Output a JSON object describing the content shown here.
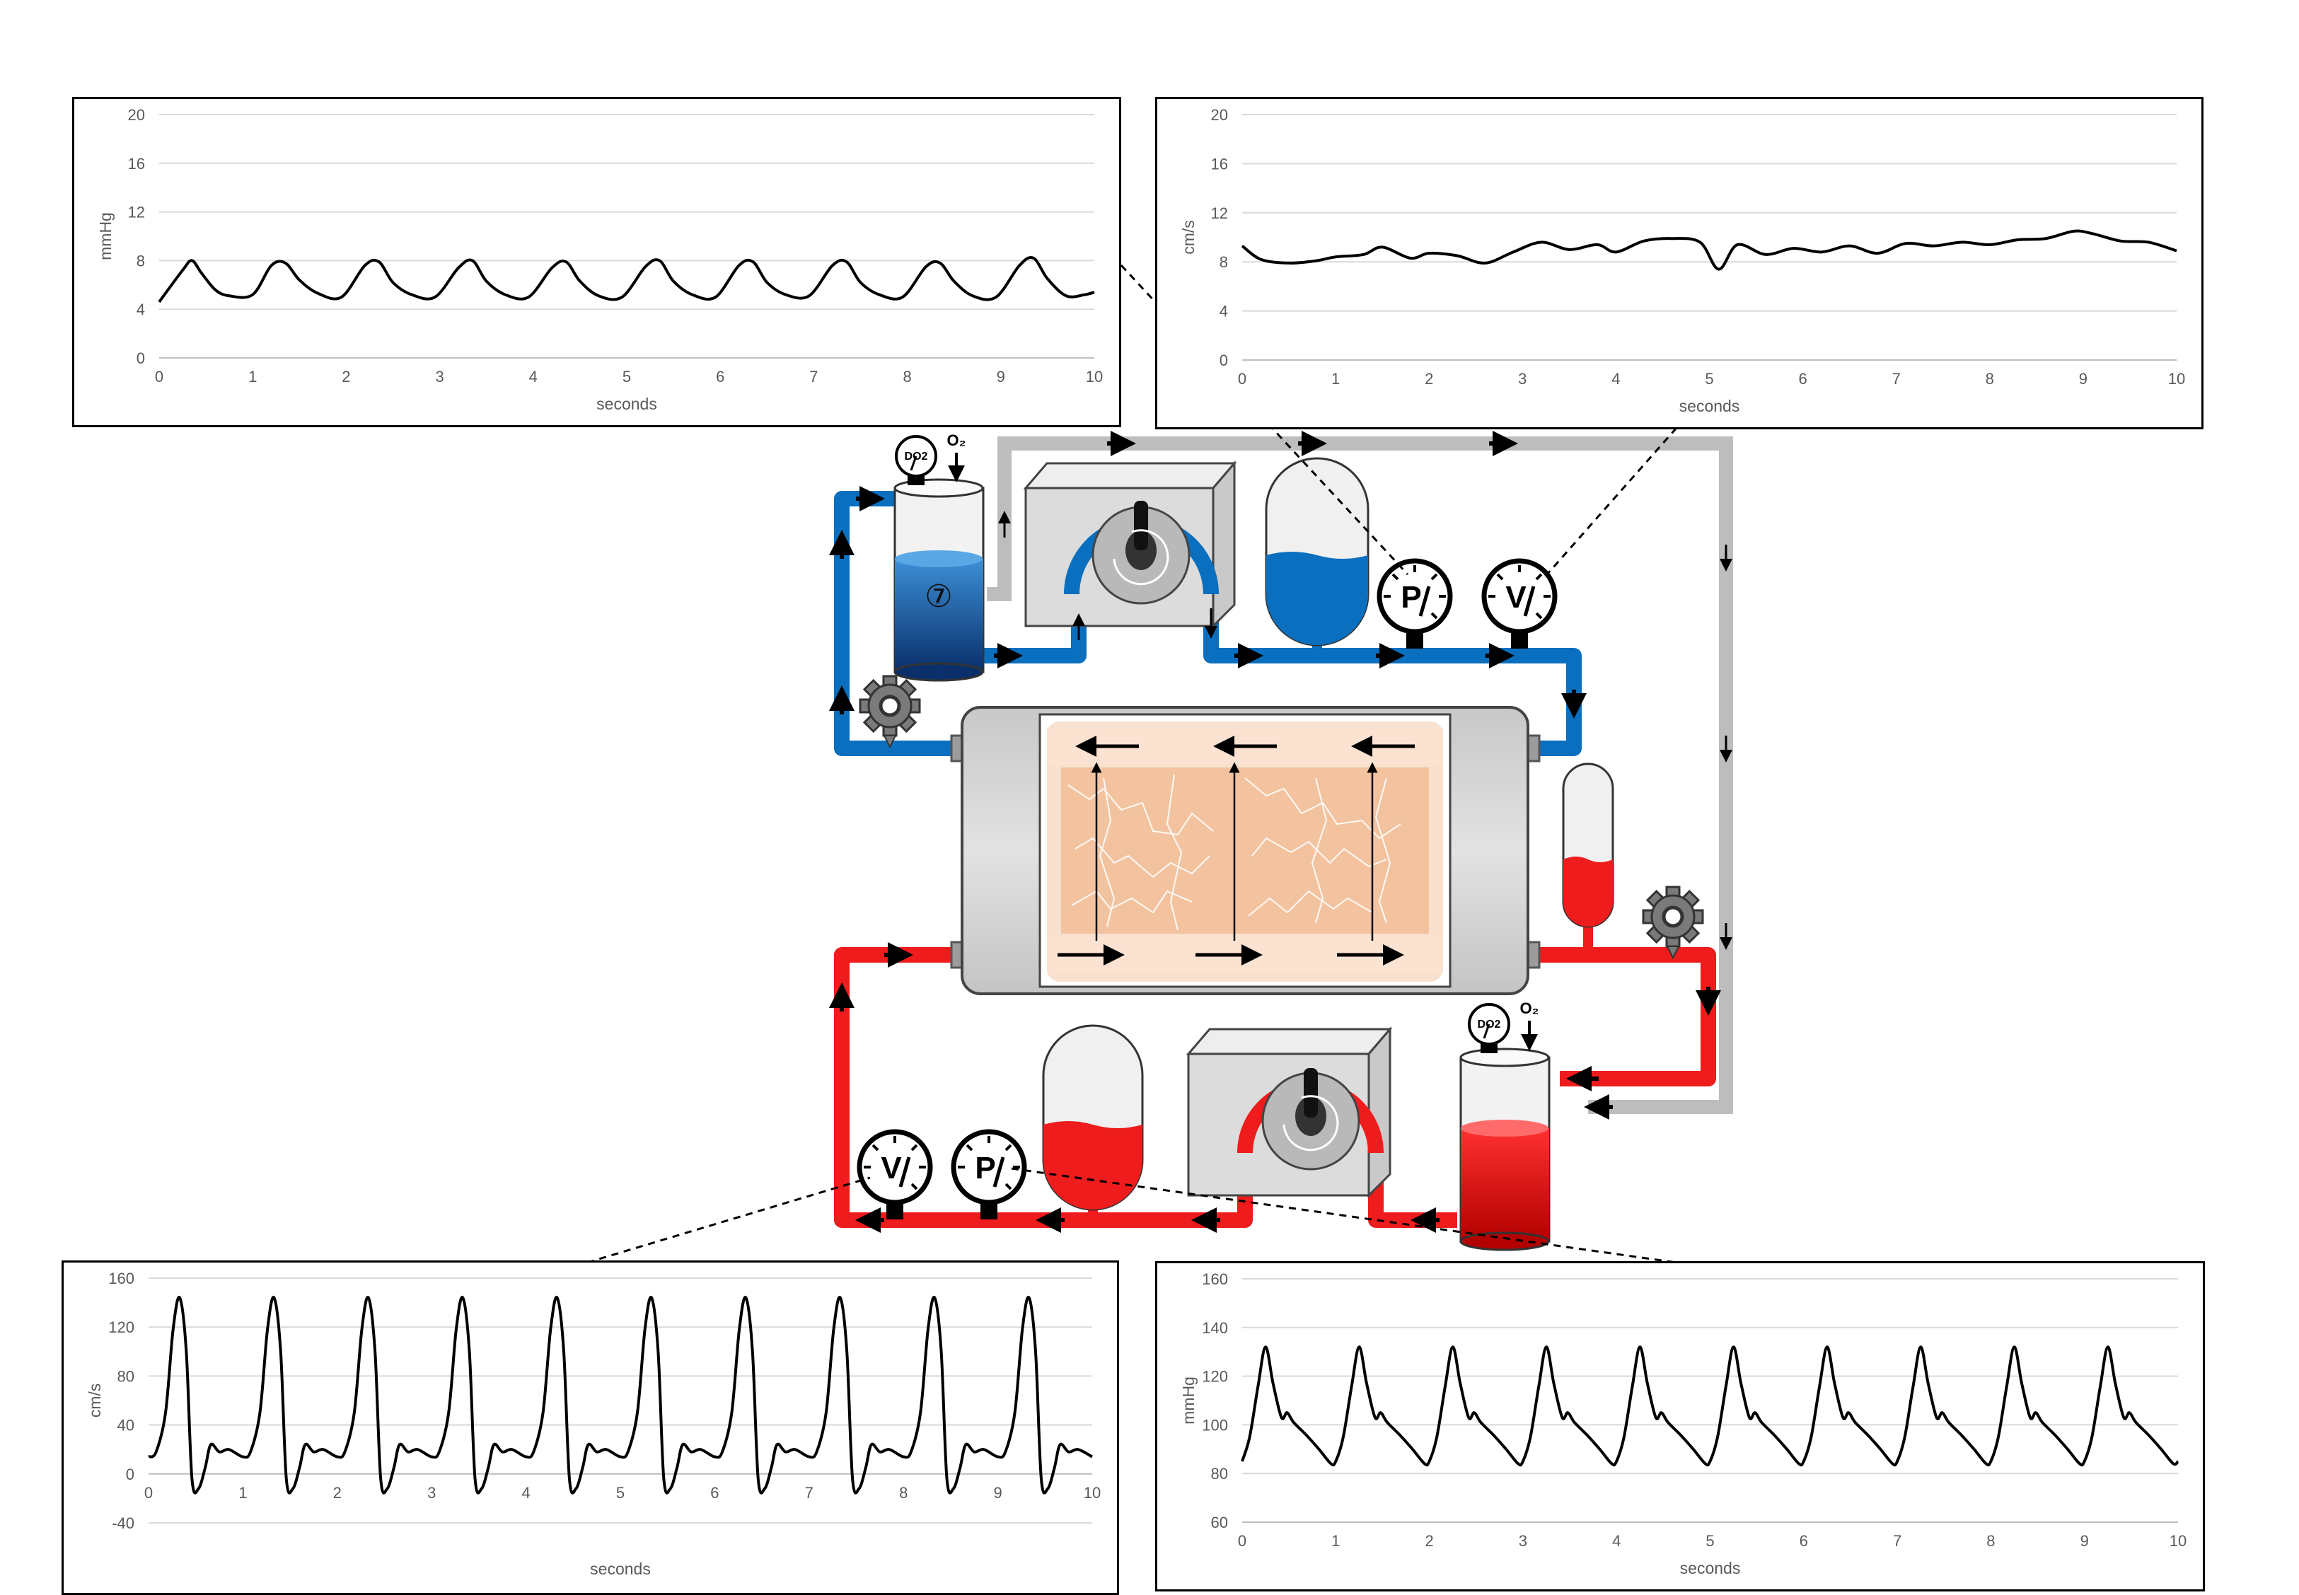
{
  "colors": {
    "venous": "#0a6fbf",
    "arterial": "#ee1c1c",
    "bypass": "#bdbdbd",
    "tissue": "#f4c9a8"
  },
  "icons": [
    "pressure-gauge-icon",
    "velocity-gauge-icon",
    "do2-gauge-icon",
    "o2-inlet-icon",
    "gear-valve-icon",
    "roller-pump-icon",
    "compliance-chamber-icon",
    "reservoir-icon",
    "tissue-chamber-icon",
    "flow-arrow-icon"
  ],
  "labels": {
    "gauge_p": "P",
    "gauge_v": "V",
    "do2": "DO2",
    "o2": "O₂",
    "reservoir_mark": "⑦"
  },
  "chart_data": [
    {
      "type": "line",
      "id": "top-left",
      "xlabel": "seconds",
      "ylabel": "mmHg",
      "xlim": [
        0,
        10
      ],
      "ylim": [
        0,
        20
      ],
      "xticks": [
        0,
        1,
        2,
        3,
        4,
        5,
        6,
        7,
        8,
        9,
        10
      ],
      "yticks": [
        0,
        4,
        8,
        12,
        16,
        20
      ],
      "grid": true,
      "series": [
        {
          "x": [
            0,
            0.25,
            0.35,
            0.45,
            0.6,
            0.75,
            1.0,
            1.2,
            1.35,
            1.5,
            1.7,
            1.95,
            2.2,
            2.35,
            2.5,
            2.7,
            2.95,
            3.2,
            3.35,
            3.5,
            3.7,
            3.95,
            4.2,
            4.35,
            4.5,
            4.7,
            4.95,
            5.2,
            5.35,
            5.5,
            5.7,
            5.95,
            6.2,
            6.35,
            6.5,
            6.7,
            6.95,
            7.2,
            7.35,
            7.5,
            7.7,
            7.95,
            8.2,
            8.35,
            8.5,
            8.7,
            8.95,
            9.2,
            9.35,
            9.5,
            9.7,
            9.9,
            10
          ],
          "y": [
            4.6,
            7.2,
            8.0,
            7.0,
            5.6,
            5.1,
            5.2,
            7.6,
            7.8,
            6.4,
            5.3,
            5.0,
            7.6,
            7.9,
            6.2,
            5.2,
            5.0,
            7.4,
            8.0,
            6.3,
            5.2,
            5.0,
            7.4,
            7.9,
            6.3,
            5.1,
            5.0,
            7.5,
            8.0,
            6.3,
            5.2,
            5.0,
            7.6,
            7.9,
            6.2,
            5.2,
            5.1,
            7.6,
            7.9,
            6.2,
            5.2,
            5.0,
            7.5,
            7.8,
            6.3,
            5.1,
            5.0,
            7.6,
            8.2,
            6.5,
            5.1,
            5.2,
            5.4
          ]
        }
      ]
    },
    {
      "type": "line",
      "id": "top-right",
      "xlabel": "seconds",
      "ylabel": "cm/s",
      "xlim": [
        0,
        10
      ],
      "ylim": [
        0,
        20
      ],
      "xticks": [
        0,
        1,
        2,
        3,
        4,
        5,
        6,
        7,
        8,
        9,
        10
      ],
      "yticks": [
        0,
        4,
        8,
        12,
        16,
        20
      ],
      "grid": true,
      "series": [
        {
          "x": [
            0,
            0.2,
            0.5,
            0.8,
            1.0,
            1.3,
            1.5,
            1.8,
            2.0,
            2.3,
            2.6,
            2.9,
            3.2,
            3.5,
            3.8,
            4.0,
            4.3,
            4.6,
            4.9,
            5.1,
            5.3,
            5.6,
            5.9,
            6.2,
            6.5,
            6.8,
            7.1,
            7.4,
            7.7,
            8.0,
            8.3,
            8.6,
            8.9,
            9.1,
            9.4,
            9.7,
            10
          ],
          "y": [
            9.3,
            8.2,
            7.9,
            8.1,
            8.4,
            8.6,
            9.2,
            8.3,
            8.7,
            8.5,
            7.9,
            8.8,
            9.6,
            9.0,
            9.4,
            8.8,
            9.7,
            9.9,
            9.6,
            7.4,
            9.4,
            8.6,
            9.1,
            8.8,
            9.3,
            8.7,
            9.5,
            9.3,
            9.6,
            9.4,
            9.8,
            9.9,
            10.5,
            10.3,
            9.7,
            9.6,
            8.9
          ]
        }
      ]
    },
    {
      "type": "line",
      "id": "bottom-left",
      "xlabel": "seconds",
      "ylabel": "cm/s",
      "xlim": [
        0,
        10
      ],
      "ylim": [
        -40,
        160
      ],
      "xticks": [
        0,
        1,
        2,
        3,
        4,
        5,
        6,
        7,
        8,
        9,
        10
      ],
      "yticks": [
        -40,
        0,
        40,
        80,
        120,
        160
      ],
      "grid": true,
      "period": 1.0,
      "pulse_x": [
        0,
        0.08,
        0.18,
        0.26,
        0.33,
        0.4,
        0.46,
        0.53,
        0.6,
        0.66,
        0.75,
        0.85,
        1.0
      ],
      "pulse_y": [
        14,
        18,
        50,
        118,
        144,
        100,
        -4,
        -12,
        5,
        24,
        18,
        20,
        14
      ]
    },
    {
      "type": "line",
      "id": "bottom-right",
      "xlabel": "seconds",
      "ylabel": "mmHg",
      "xlim": [
        0,
        10
      ],
      "ylim": [
        60,
        160
      ],
      "xticks": [
        0,
        1,
        2,
        3,
        4,
        5,
        6,
        7,
        8,
        9,
        10
      ],
      "yticks": [
        60,
        80,
        100,
        120,
        140,
        160
      ],
      "grid": true,
      "period": 1.0,
      "pulse_x": [
        0,
        0.08,
        0.17,
        0.25,
        0.33,
        0.42,
        0.48,
        0.55,
        0.68,
        0.82,
        0.95,
        1.0
      ],
      "pulse_y": [
        85,
        95,
        116,
        132,
        117,
        103,
        105,
        101,
        96,
        90,
        84,
        85
      ]
    }
  ]
}
